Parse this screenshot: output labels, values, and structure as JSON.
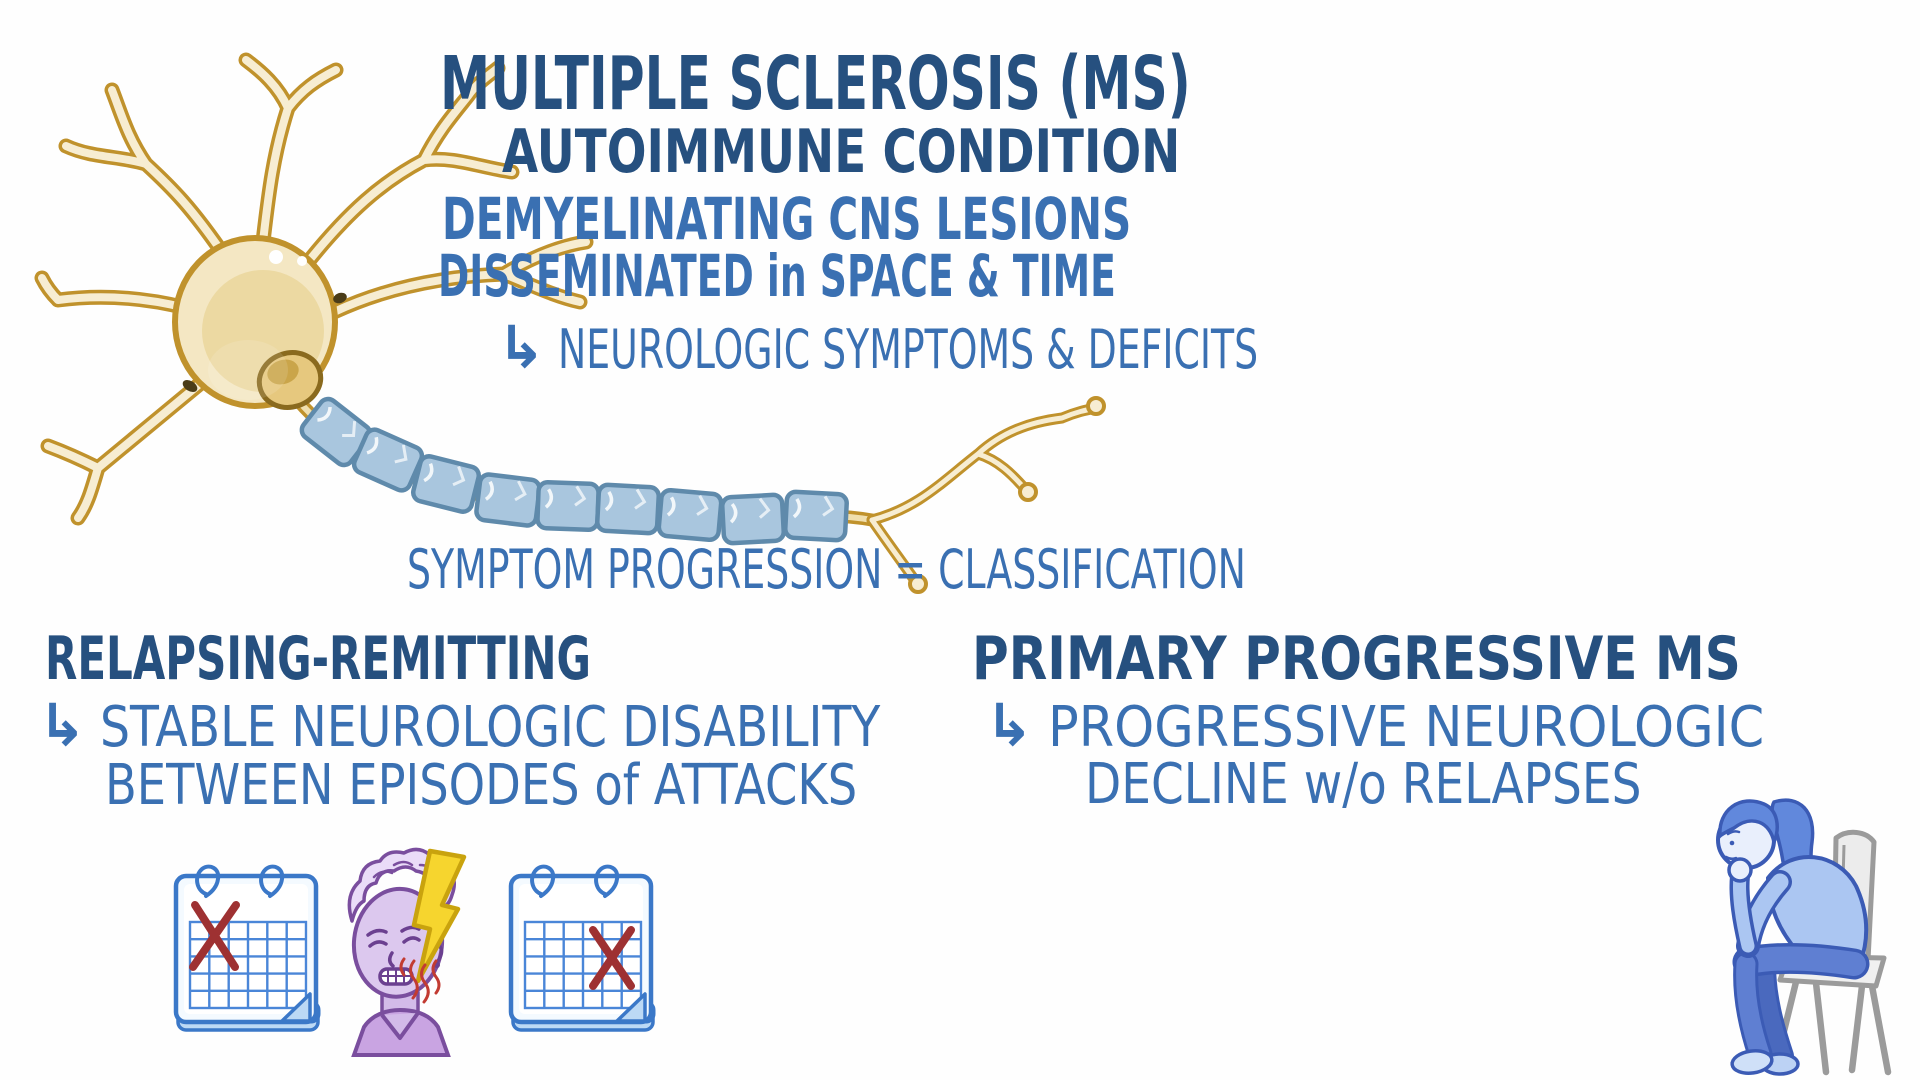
{
  "header": {
    "title": "MULTIPLE SCLEROSIS (MS)",
    "subtitle": "AUTOIMMUNE CONDITION",
    "line1": "DEMYELINATING CNS LESIONS",
    "line2": "DISSEMINATED in SPACE & TIME",
    "arrow_glyph": "↳",
    "arrow_line": "NEUROLOGIC SYMPTOMS & DEFICITS"
  },
  "classification": {
    "heading": "SYMPTOM PROGRESSION = CLASSIFICATION"
  },
  "relapsing_remitting": {
    "title": "RELAPSING-REMITTING",
    "arrow_glyph": "↳",
    "line1": "STABLE NEUROLOGIC DISABILITY",
    "line2": "BETWEEN EPISODES of ATTACKS"
  },
  "primary_progressive": {
    "title": "PRIMARY PROGRESSIVE MS",
    "arrow_glyph": "↳",
    "line1": "PROGRESSIVE NEUROLOGIC",
    "line2": "DECLINE w/o RELAPSES"
  },
  "illustrations": {
    "neuron": "neuron with demyelinated axon lesions",
    "calendar_left": "calendar with red X (attack episode)",
    "face_pain": "person with facial pain lightning bolt",
    "calendar_right": "calendar with red X (later attack episode)",
    "seated_person": "person sitting hunched on chair (progressive decline)"
  },
  "colors": {
    "heading_navy": "#26507f",
    "body_blue": "#3a70b2",
    "neuron_gold": "#c0922c",
    "neuron_cream": "#f7edd2",
    "soma_tan": "#ecd9a2",
    "myelin_blue": "#a9c6de",
    "calendar_blue": "#3b78c8",
    "x_red": "#9e3132",
    "bolt_yellow": "#f6d52e",
    "face_lavender": "#dcc8ee",
    "figure_blue": "#5f7fd2",
    "chair_grey": "#9b9b9b"
  }
}
